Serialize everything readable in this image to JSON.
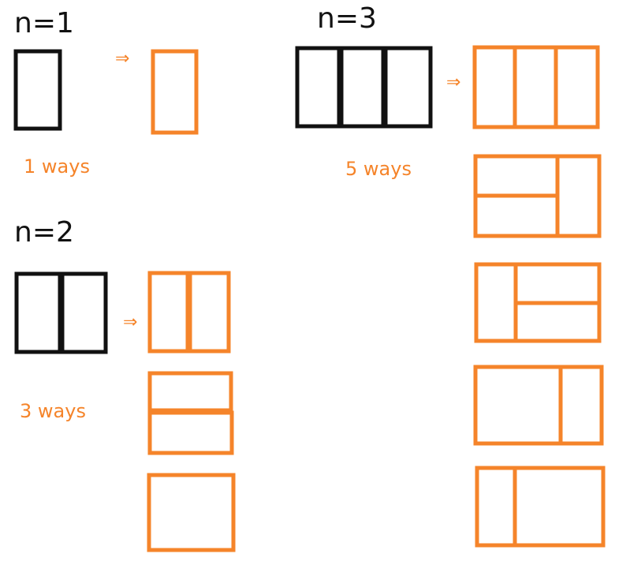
{
  "labels": {
    "n1": "n=1",
    "n2": "n=2",
    "n3": "n=3"
  },
  "counts": {
    "n1": "1 ways",
    "n2": "3 ways",
    "n3": "5 ways"
  },
  "arrow_glyph": "⇒",
  "colors": {
    "black": "#111111",
    "orange": "#f5842a"
  }
}
